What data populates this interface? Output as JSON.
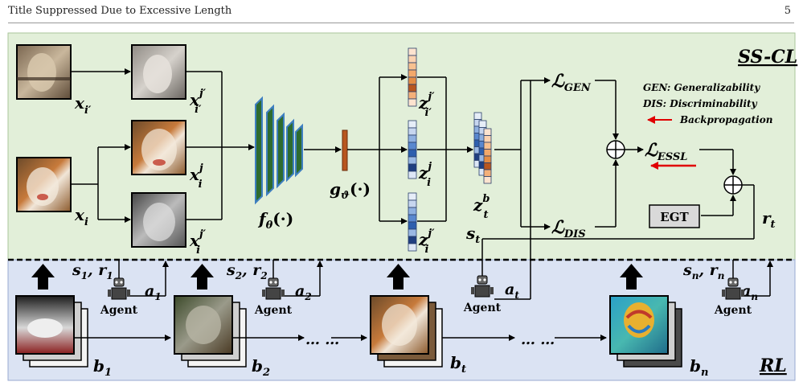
{
  "header": {
    "title": "Title Suppressed Due to Excessive Length",
    "page": "5"
  },
  "regions": {
    "top_label": "SS-CL",
    "bottom_label": "RL"
  },
  "colors": {
    "top_bg": "#e2efd9",
    "bottom_bg": "#dbe3f3",
    "arrow_red": "#e00000",
    "encoder": "#2e6b2e",
    "encoder_edge": "#3e7fc1",
    "head": "#b8561f"
  },
  "legend": {
    "gen": "GEN: Generalizability",
    "dis": "DIS:  Discriminability",
    "backprop": "Backpropagation"
  },
  "symbols": {
    "x_i_prime": "x",
    "x_i_prime_sub": "i′",
    "x_i": "x",
    "x_i_sub": "i",
    "x_ipp_j": "x",
    "x_ipp_j_sup": "j′",
    "x_ipp_j_sub": "i′",
    "x_i_j": "x",
    "x_i_j_sup": "j",
    "x_i_j_sub": "i",
    "x_i_jp": "x",
    "x_i_jp_sup": "j′",
    "x_i_jp_sub": "i",
    "f": "f",
    "f_sub": "θ",
    "f_arg": "(·)",
    "g": "g",
    "g_sub": "ϑ",
    "g_arg": "(·)",
    "z1": "z",
    "z1_sup": "j′",
    "z1_sub": "i′",
    "z2": "z",
    "z2_sup": "j",
    "z2_sub": "i",
    "z3": "z",
    "z3_sup": "j′",
    "z3_sub": "i",
    "zb": "z",
    "zb_sup": "b",
    "zb_sub": "t",
    "L": "ℒ",
    "L_gen_sub": "GEN",
    "L_dis_sub": "DIS",
    "L_essl_sub": "ESSL",
    "egt": "EGT",
    "s_t": "s",
    "s_t_sub": "t",
    "r_t": "r",
    "r_t_sub": "t",
    "oplus": "⊕"
  },
  "rl": {
    "agent": "Agent",
    "ellipsis": "… …",
    "steps": [
      {
        "s": "s",
        "sub": "1",
        "r": "r",
        "a": "a",
        "b": "b"
      },
      {
        "s": "s",
        "sub": "2",
        "r": "r",
        "a": "a",
        "b": "b"
      },
      {
        "s": "s",
        "sub": "t",
        "r": "r",
        "a": "a",
        "b": "b"
      },
      {
        "s": "s",
        "sub": "n",
        "r": "r",
        "a": "a",
        "b": "b"
      }
    ]
  }
}
